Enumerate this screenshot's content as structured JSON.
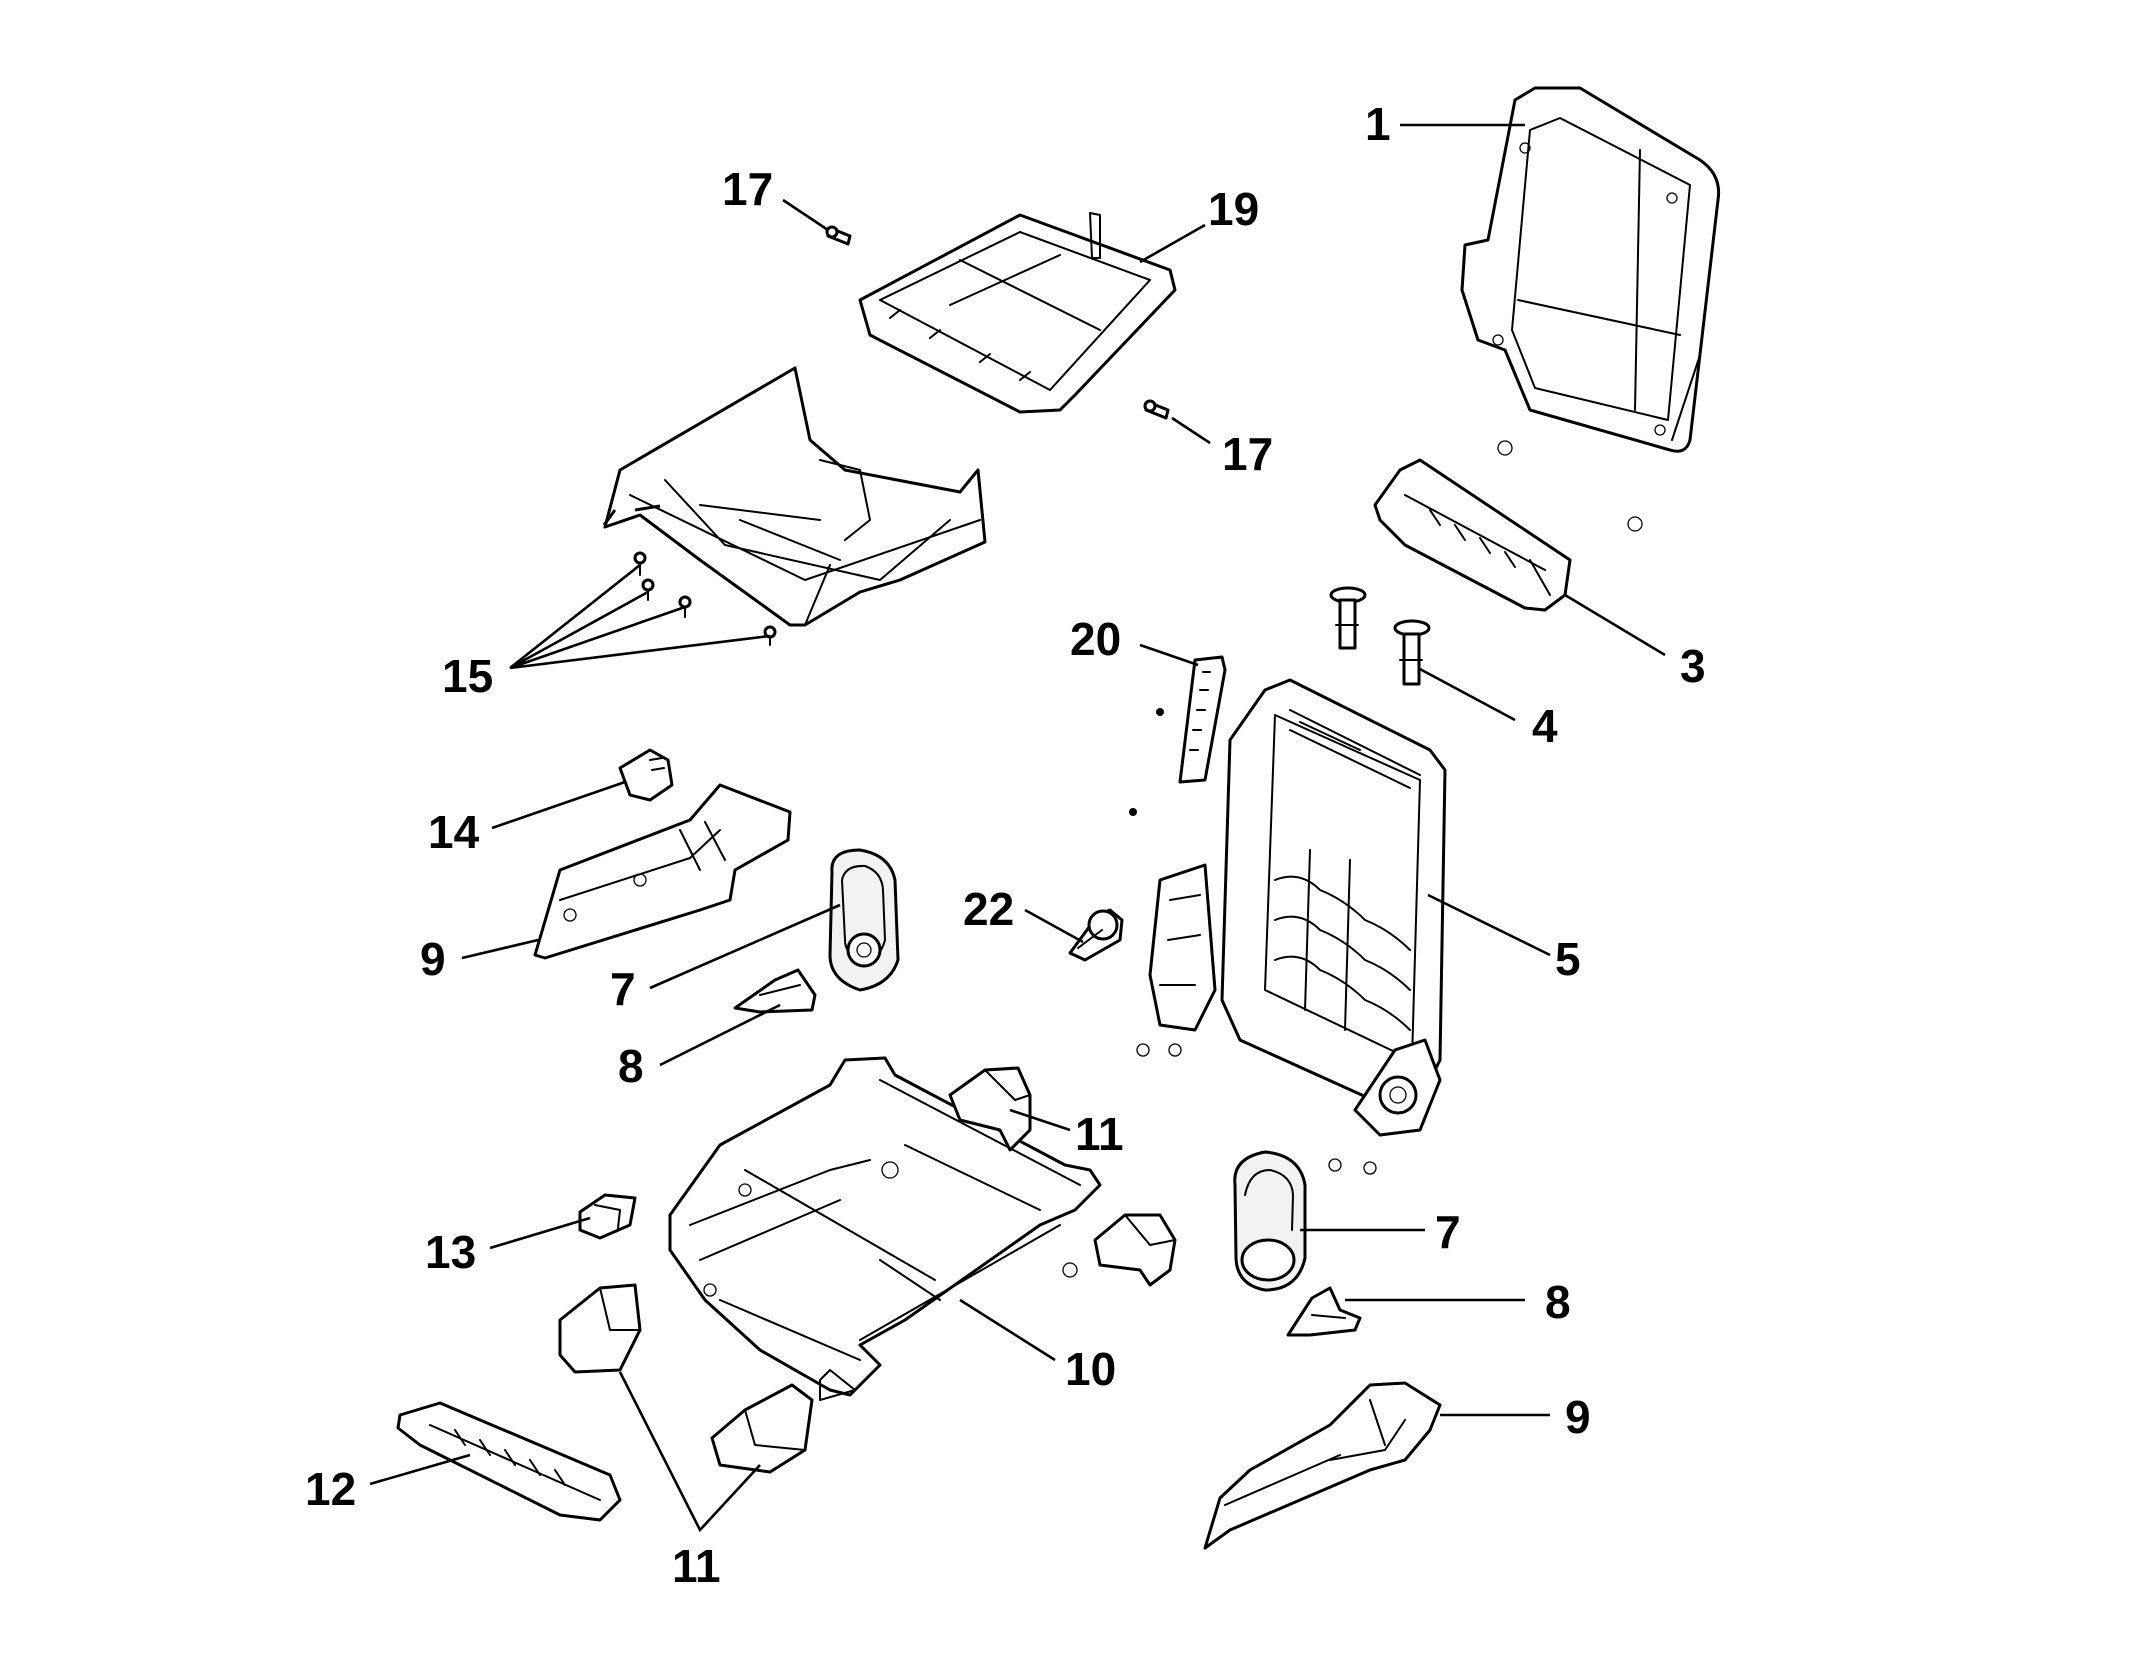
{
  "callouts": [
    {
      "id": "c1",
      "text": "1"
    },
    {
      "id": "c3",
      "text": "3"
    },
    {
      "id": "c4",
      "text": "4"
    },
    {
      "id": "c5",
      "text": "5"
    },
    {
      "id": "c7a",
      "text": "7"
    },
    {
      "id": "c7b",
      "text": "7"
    },
    {
      "id": "c8a",
      "text": "8"
    },
    {
      "id": "c8b",
      "text": "8"
    },
    {
      "id": "c9a",
      "text": "9"
    },
    {
      "id": "c9b",
      "text": "9"
    },
    {
      "id": "c10",
      "text": "10"
    },
    {
      "id": "c11a",
      "text": "11"
    },
    {
      "id": "c11b",
      "text": "11"
    },
    {
      "id": "c12",
      "text": "12"
    },
    {
      "id": "c13",
      "text": "13"
    },
    {
      "id": "c14",
      "text": "14"
    },
    {
      "id": "c15",
      "text": "15"
    },
    {
      "id": "c17a",
      "text": "17"
    },
    {
      "id": "c17b",
      "text": "17"
    },
    {
      "id": "c19",
      "text": "19"
    },
    {
      "id": "c20",
      "text": "20"
    },
    {
      "id": "c22",
      "text": "22"
    }
  ],
  "colors": {
    "line": "#000000",
    "background": "#ffffff",
    "shade": "#f2f2f2"
  }
}
